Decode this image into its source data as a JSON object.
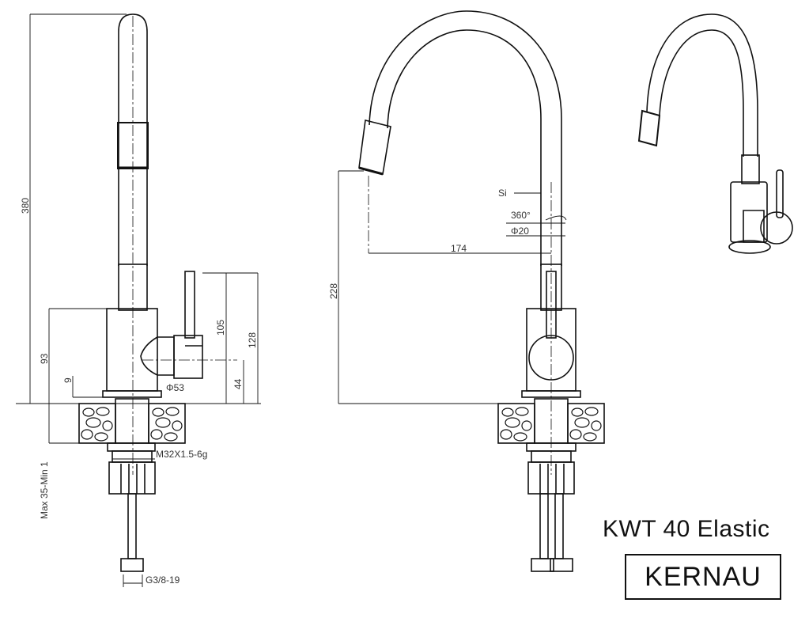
{
  "product": {
    "title": "KWT 40 Elastic",
    "brand": "KERNAU"
  },
  "side_view": {
    "dim_height": "380",
    "dim_body": "93",
    "dim_offset": "9",
    "dim_lever": "105",
    "dim_total": "128",
    "dim_axis": "44",
    "dim_base_diameter": "Φ53",
    "dim_thread": "M32X1.5-6g",
    "dim_hose": "G3/8-19",
    "dim_counter": "Max 35-Min 1"
  },
  "front_view": {
    "label_si": "Si",
    "label_rotation": "360°",
    "dim_diameter": "Φ20",
    "dim_reach": "174",
    "dim_spout_height": "228"
  }
}
